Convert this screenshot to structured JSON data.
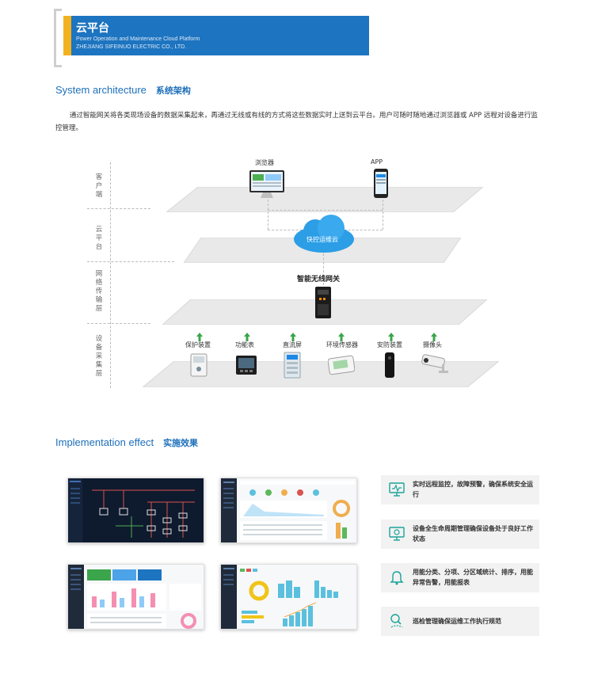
{
  "banner": {
    "title": "云平台",
    "subtitle_en": "Power Operation and Maintenance Cloud Platform",
    "company": "ZHEJIANG SIFEINUO ELECTRIC CO., LTD.",
    "color": "#1d74c0",
    "accent": "#f2b21f"
  },
  "architecture": {
    "title_en": "System architecture",
    "title_cn": "系统架构",
    "intro": "通过智能网关将各类现场设备的数据采集起来，再通过无线或有线的方式将这些数据实时上送到云平台。用户可随时随地通过浏览器或 APP 远程对设备进行监控管理。",
    "layers": [
      "客户端",
      "云平台",
      "网络传输层",
      "设备采集层"
    ],
    "client_browser": "浏览器",
    "client_app": "APP",
    "cloud_label": "快控运维云",
    "gateway_label": "智能无线网关",
    "devices": [
      "保护装置",
      "功能表",
      "直流屏",
      "环境传感器",
      "安防装置",
      "摄像头"
    ],
    "arrow_color": "#3aa54a",
    "cloud_color": "#2b9ee6"
  },
  "implementation": {
    "title_en": "Implementation effect",
    "title_cn": "实施效果",
    "features": [
      {
        "icon": "monitor-pulse-icon",
        "text": "实时远程监控，故障预警，确保系统安全运行"
      },
      {
        "icon": "monitor-gear-icon",
        "text": "设备全生命周期管理确保设备处于良好工作状态"
      },
      {
        "icon": "bell-icon",
        "text": "用能分类、分项、分区域统计、排序，用能异常告警，用能报表"
      },
      {
        "icon": "search-route-icon",
        "text": "巡检管理确保运维工作执行规范"
      }
    ]
  }
}
